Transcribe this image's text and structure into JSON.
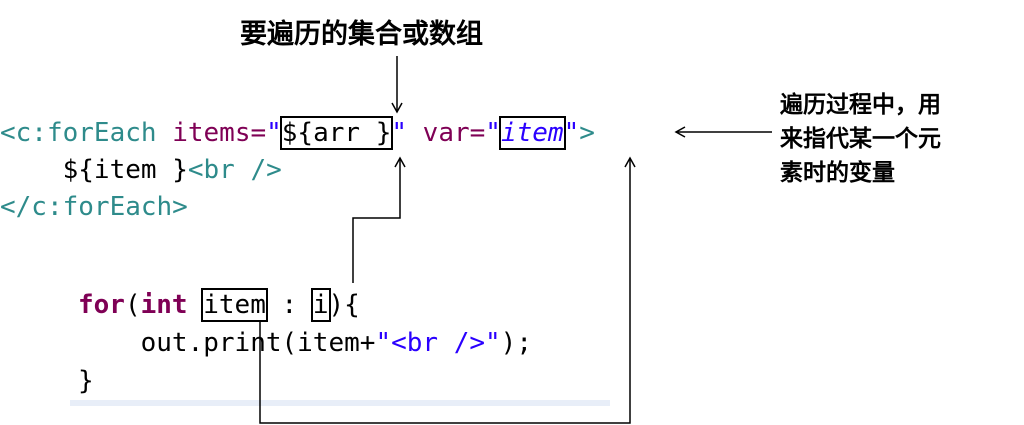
{
  "labels": {
    "top": "要遍历的集合或数组",
    "right_lines": [
      "遍历过程中，用",
      "来指代某一个元",
      "素时的变量"
    ]
  },
  "jsp": {
    "line1": {
      "open": "<c:forEach",
      "items_attr": " items=",
      "q1": "\"",
      "items_val": "${arr }",
      "q2": "\"",
      "var_attr": " var=",
      "q3": "\"",
      "var_val": "item",
      "q4": "\"",
      "close": ">"
    },
    "line2": {
      "indent": "    ",
      "expr": "${item }",
      "br": "<br />"
    },
    "line3": "</c:forEach>"
  },
  "java": {
    "line1": {
      "kw_for": "for",
      "paren_open": "(",
      "kw_int": "int",
      "sp": " ",
      "var": "item",
      "colon": " : ",
      "iter": "i",
      "rest": "){"
    },
    "line2": {
      "indent": "    ",
      "call": "out.print(item+",
      "str": "\"<br />\"",
      "end": ");"
    },
    "line3": "}"
  }
}
